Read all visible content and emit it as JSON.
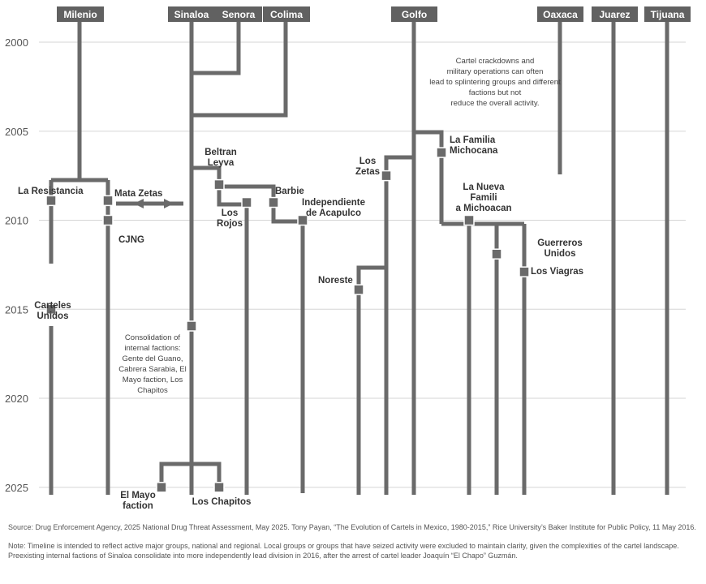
{
  "years": [
    {
      "label": "2000",
      "value": 2000
    },
    {
      "label": "2005",
      "value": 2005
    },
    {
      "label": "2010",
      "value": 2010
    },
    {
      "label": "2015",
      "value": 2015
    },
    {
      "label": "2020",
      "value": 2020
    },
    {
      "label": "2025",
      "value": 2025
    }
  ],
  "headers": [
    {
      "id": "milenio",
      "label": "Milenio"
    },
    {
      "id": "sinaloa",
      "label": "Sinaloa"
    },
    {
      "id": "senora",
      "label": "Senora"
    },
    {
      "id": "colima",
      "label": "Colima"
    },
    {
      "id": "golfo",
      "label": "Golfo"
    },
    {
      "id": "oaxaca",
      "label": "Oaxaca"
    },
    {
      "id": "juarez",
      "label": "Juarez"
    },
    {
      "id": "tijuana",
      "label": "Tijuana"
    }
  ],
  "groups": [
    {
      "id": "la-resistancia",
      "label": "La Resistancia",
      "year": 2008.9
    },
    {
      "id": "mata-zetas",
      "label": "Mata Zetas",
      "year": 2008.9
    },
    {
      "id": "cjng",
      "label": "CJNG",
      "year": 2010.0
    },
    {
      "id": "carteles-unidos",
      "label": "Carteles Unidos",
      "year": 2015.0
    },
    {
      "id": "beltran-leyva",
      "label": "Beltran Leyva",
      "year": 2008.0
    },
    {
      "id": "los-rojos",
      "label": "Los Rojos",
      "year": 2009.0
    },
    {
      "id": "barbie",
      "label": "Barbie",
      "year": 2009.0
    },
    {
      "id": "independiente-de-acapulco",
      "label": "Independiente de Acapulco",
      "year": 2010.0
    },
    {
      "id": "los-zetas",
      "label": "Los Zetas",
      "year": 2007.5
    },
    {
      "id": "la-familia-michocana",
      "label": "La Familia Michocana",
      "year": 2006.2
    },
    {
      "id": "la-nueva-familia-michoacana",
      "label": "La Nueva Familia Michoacana",
      "year": 2010.0
    },
    {
      "id": "guerreros-unidos",
      "label": "Guerreros Unidos",
      "year": 2011.9
    },
    {
      "id": "los-viagras",
      "label": "Los Viagras",
      "year": 2012.9
    },
    {
      "id": "noreste",
      "label": "Noreste",
      "year": 2013.9
    },
    {
      "id": "el-mayo-faction",
      "label": "El Mayo faction",
      "year": 2025.0
    },
    {
      "id": "los-chapitos",
      "label": "Los Chapitos",
      "year": 2025.0
    }
  ],
  "annotations": {
    "consolidation": "Consolidation of internal factions: Gente del Guano, Cabrera Sarabia, El Mayo faction, Los Chapitos",
    "crackdowns": "Cartel crackdowns and military operations can often lead to splintering groups and different factions but not reduce the overall activity."
  },
  "footer": {
    "source": "Source: Drug Enforcement Agency, 2025 National Drug Threat Assessment, May 2025. Tony Payan, “The Evolution of Cartels in Mexico, 1980-2015,” Rice University’s Baker Institute for Public Policy, 11 May 2016.",
    "note": "Note: Timeline is intended to reflect active major groups, national and regional. Local groups or groups that have seized activity were excluded to maintain clarity, given the complexities of the cartel landscape. Preexisting internal factions of Sinaloa consolidate into more independently lead division in 2016, after the arrest of cartel leader Joaquín “El Chapo” Guzmán."
  },
  "colors": {
    "line": "#6a6a6a",
    "node": "#6a6a6a",
    "header_bg": "#616161",
    "header_text": "#ffffff",
    "grid": "#d5d5d5"
  }
}
